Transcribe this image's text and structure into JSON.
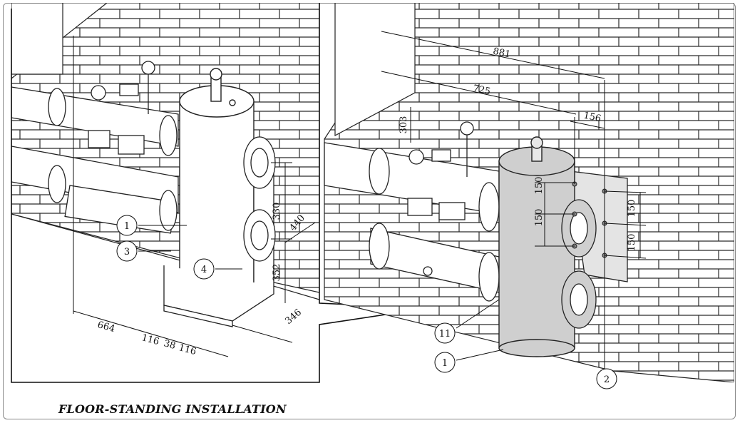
{
  "caption": "FLOOR-STANDING INSTALLATION",
  "colors": {
    "line": "#111111",
    "tank_fill_left": "#ffffff",
    "tank_fill_right": "#cfcfcf",
    "frame_border": "#8a8a8a",
    "wall_line": "#222222"
  },
  "left_view": {
    "callouts": [
      "1",
      "3",
      "4"
    ],
    "dimensions": {
      "flange_spacing": "330",
      "depth": "440",
      "height_to_flange": "352",
      "base_depth": "346",
      "width_total": "664",
      "foot_a": "116",
      "foot_gap": "38",
      "foot_b": "116"
    }
  },
  "right_view": {
    "callouts": [
      "11",
      "1",
      "2"
    ],
    "dimensions": {
      "top_width": "881",
      "mid_width": "725",
      "offset": "156",
      "bracket_height": "303",
      "left_hole_spacing_1": "150",
      "left_hole_spacing_2": "150",
      "right_hole_spacing_1": "150",
      "right_hole_spacing_2": "150"
    }
  }
}
